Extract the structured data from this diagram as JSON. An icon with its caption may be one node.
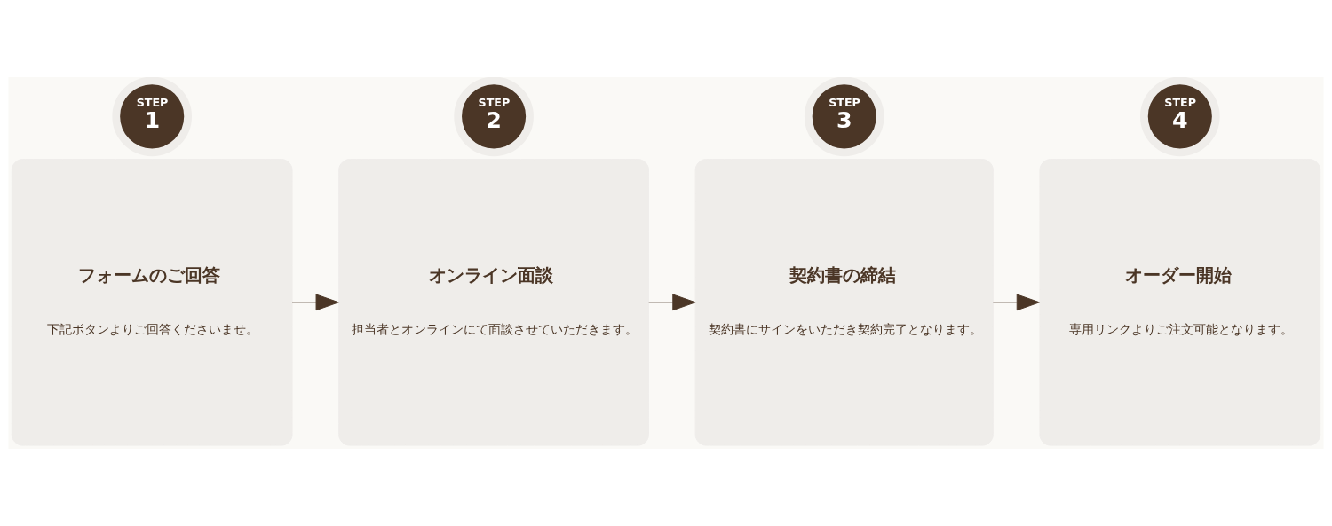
{
  "diagram": {
    "nodes": [
      {
        "text": [
          "STEP",
          "1"
        ]
      },
      {
        "text": [
          "フォームのご回答",
          "下記ボタンよりご回答くださいませ。"
        ]
      },
      {
        "text": [
          "STEP",
          "2"
        ]
      },
      {
        "text": [
          "オンライン面談",
          "担当者とオンラインにて面談させていただきます。"
        ]
      },
      {
        "text": [
          "STEP",
          "3"
        ]
      },
      {
        "text": [
          "契約書の締結",
          "契約書にサインをいただき契約完了となります。"
        ]
      },
      {
        "text": [
          "STEP",
          "4"
        ]
      },
      {
        "text": [
          "オーダー開始",
          "専用リンクよりご注文可能となります。"
        ]
      }
    ],
    "edges": [
      {
        "from": 1,
        "to": 3,
        "arrow": "to"
      },
      {
        "from": 3,
        "to": 5,
        "arrow": "to"
      },
      {
        "from": 5,
        "to": 7,
        "arrow": "to"
      }
    ]
  }
}
